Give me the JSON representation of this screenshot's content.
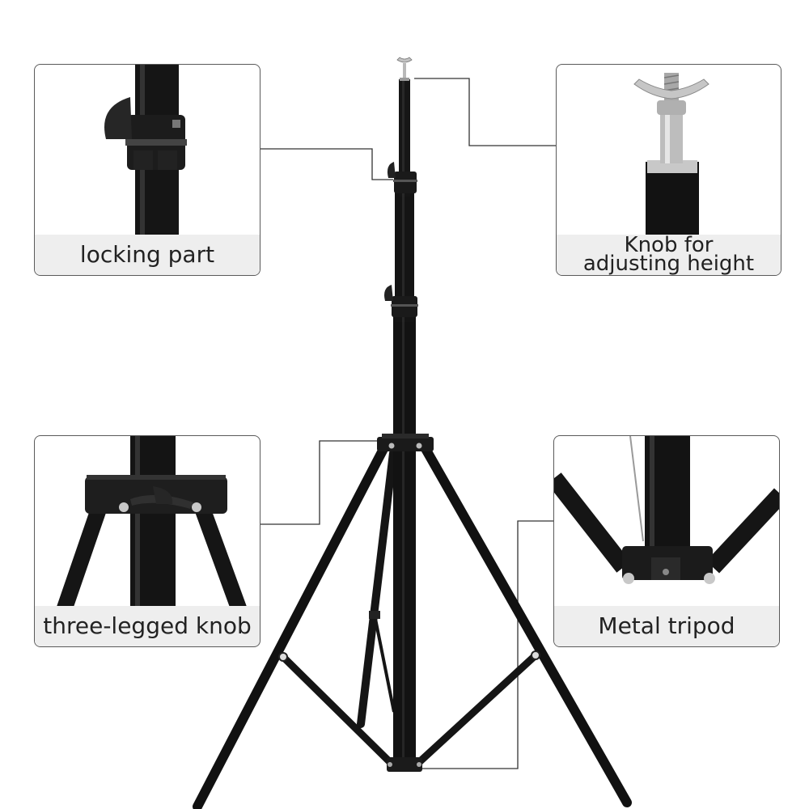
{
  "callouts": {
    "locking_part": {
      "label": "locking part"
    },
    "height_knob": {
      "label_line1": "Knob for",
      "label_line2": "adjusting height"
    },
    "three_legged_knob": {
      "label": "three-legged knob"
    },
    "metal_tripod": {
      "label": "Metal tripod"
    }
  },
  "colors": {
    "tube": "#121212",
    "caption_bg": "#eeeeee",
    "border": "#5a5a5a",
    "leader_line": "#333333",
    "metal": "#b9b9b9"
  }
}
